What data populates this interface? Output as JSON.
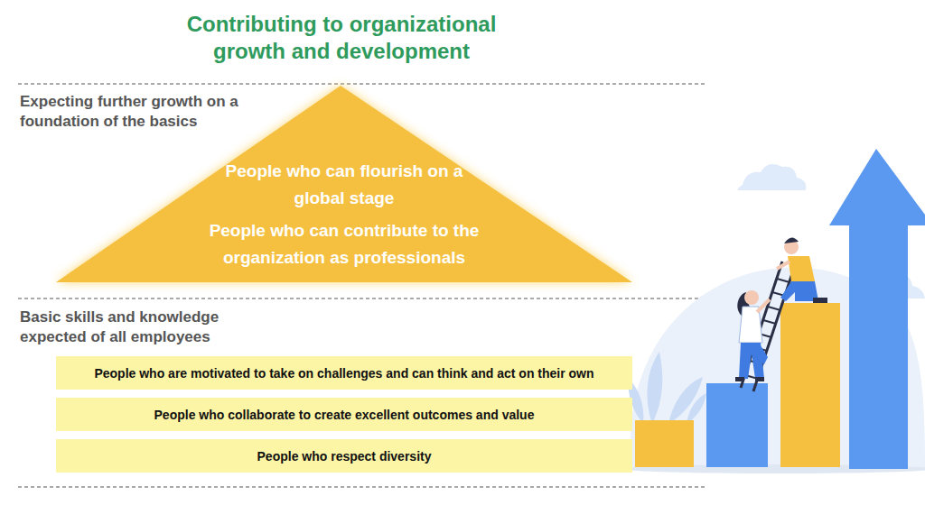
{
  "diagram": {
    "title": "Contributing to organizational growth and development",
    "nodes": [
      {
        "text": [
          "People who can flourish on a global stage",
          "People who can contribute to the organization as professionals"
        ]
      },
      {
        "text": [
          "People who are motivated to take on challenges and can think and act on their own"
        ]
      },
      {
        "text": [
          "People who collaborate to create excellent outcomes and value"
        ]
      },
      {
        "text": [
          "People who respect diversity"
        ]
      }
    ],
    "labels": [
      "Expecting further growth on a foundation of the basics",
      "Basic skills and knowledge expected of all employees"
    ]
  }
}
